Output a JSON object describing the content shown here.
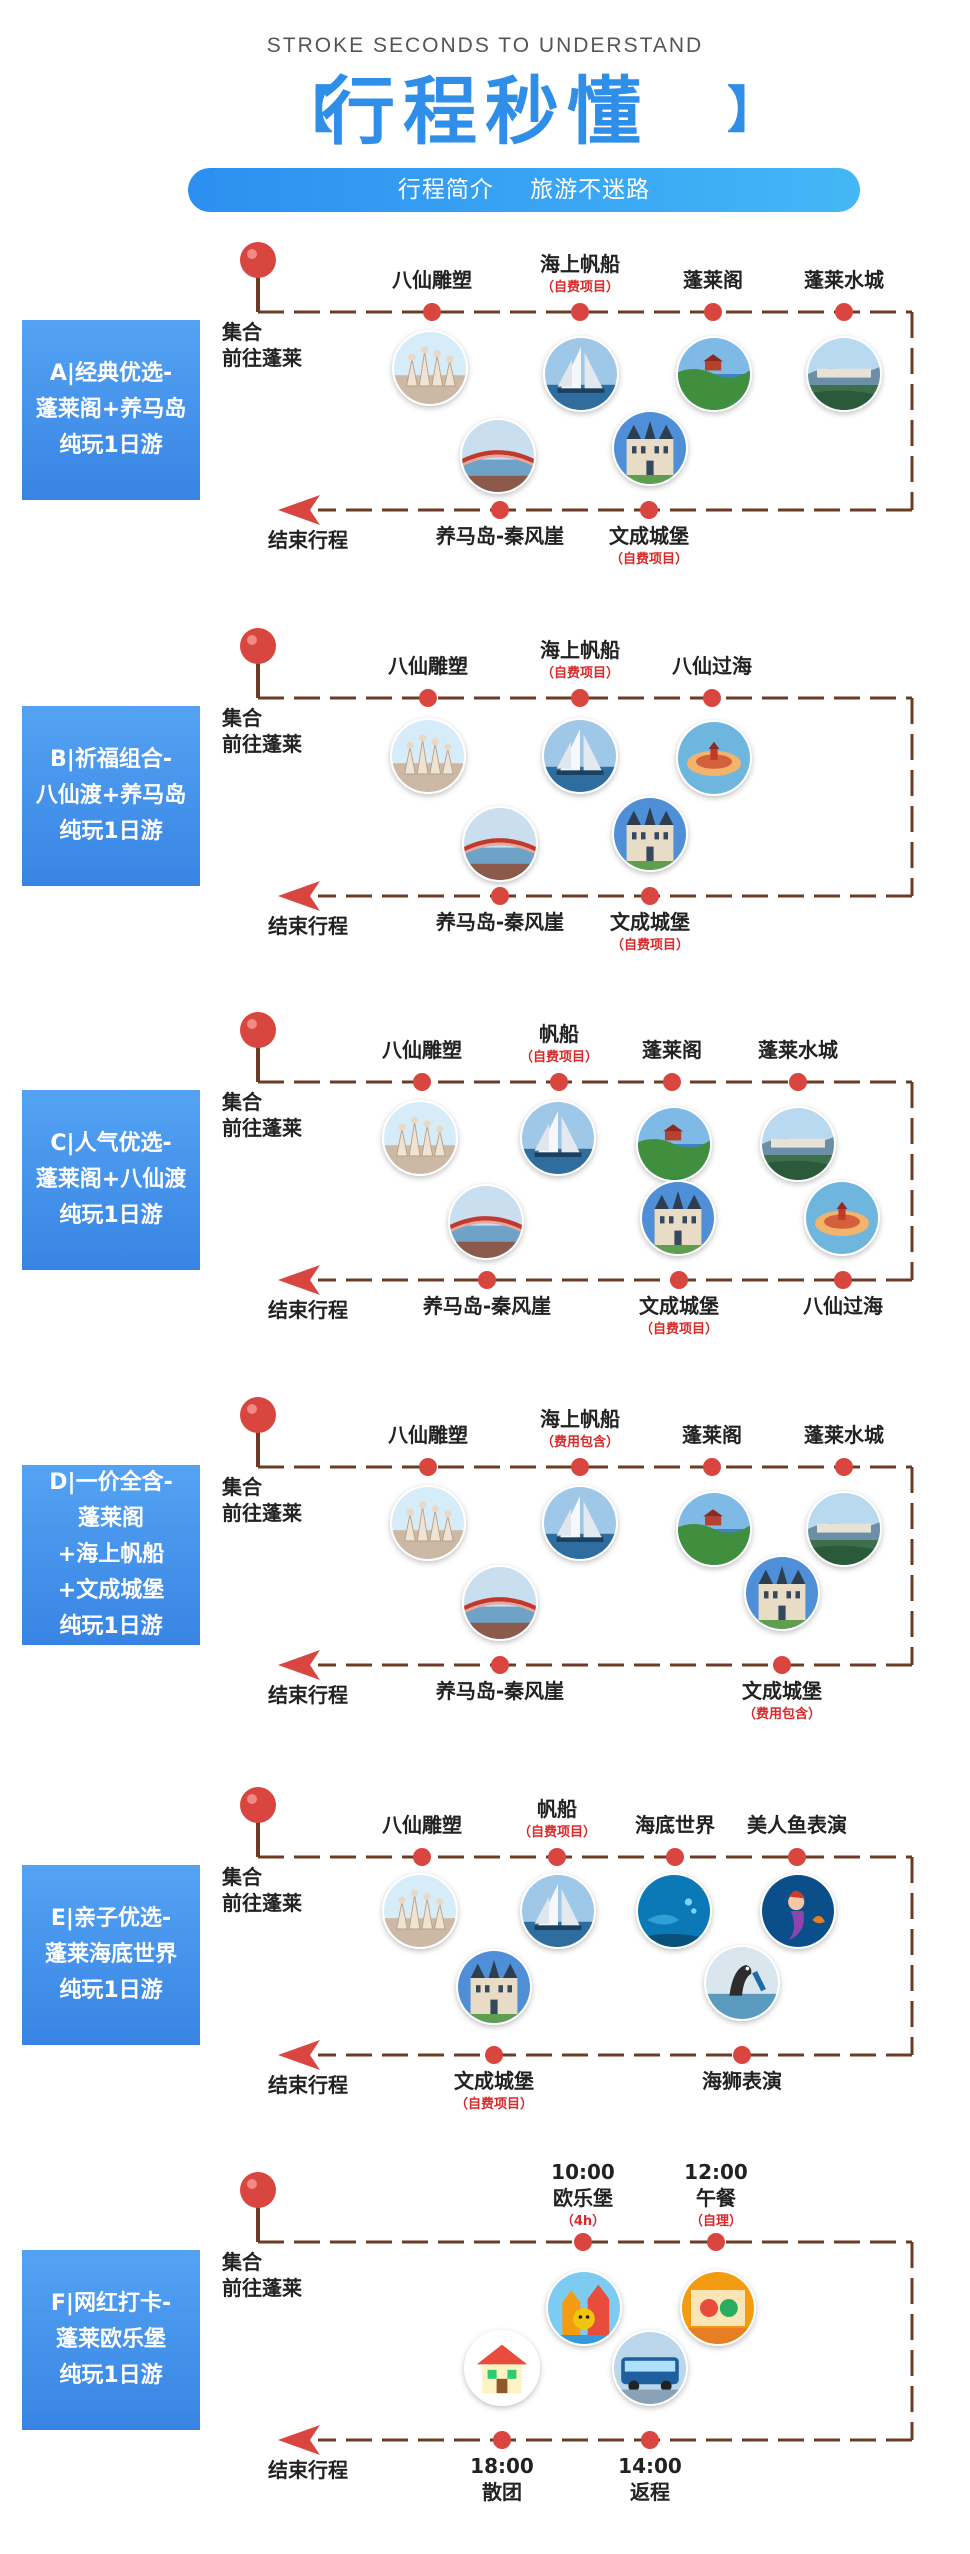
{
  "header": {
    "eng_title": "STROKE SECONDS TO UNDERSTAND",
    "main_title": "行程秒懂",
    "bracket_left": "【",
    "bracket_right": "】",
    "banner_left": "行程简介",
    "banner_right": "旅游不迷路"
  },
  "common": {
    "start_line1": "集合",
    "start_line2": "前往蓬莱",
    "end_label": "结束行程"
  },
  "sections": [
    {
      "label": [
        "A|经典优选-",
        "蓬莱阁+养马岛",
        "纯玩1日游"
      ],
      "top_stops": [
        {
          "name": "八仙雕塑",
          "tag": "",
          "photo": "sculpture"
        },
        {
          "name": "海上帆船",
          "tag": "（自费项目）",
          "photo": "sailboat"
        },
        {
          "name": "蓬莱阁",
          "tag": "",
          "photo": "coast"
        },
        {
          "name": "蓬莱水城",
          "tag": "",
          "photo": "watercity"
        }
      ],
      "bottom_stops": [
        {
          "name": "养马岛-秦风崖",
          "tag": "",
          "photo": "bridge"
        },
        {
          "name": "文成城堡",
          "tag": "（自费项目）",
          "photo": "castle"
        }
      ]
    },
    {
      "label": [
        "B|祈福组合-",
        "八仙渡+养马岛",
        "纯玩1日游"
      ],
      "top_stops": [
        {
          "name": "八仙雕塑",
          "tag": "",
          "photo": "sculpture"
        },
        {
          "name": "海上帆船",
          "tag": "（自费项目）",
          "photo": "sailboat"
        },
        {
          "name": "八仙过海",
          "tag": "",
          "photo": "island"
        }
      ],
      "bottom_stops": [
        {
          "name": "养马岛-秦风崖",
          "tag": "",
          "photo": "bridge"
        },
        {
          "name": "文成城堡",
          "tag": "（自费项目）",
          "photo": "castle"
        }
      ]
    },
    {
      "label": [
        "C|人气优选-",
        "蓬莱阁+八仙渡",
        "纯玩1日游"
      ],
      "top_stops": [
        {
          "name": "八仙雕塑",
          "tag": "",
          "photo": "sculpture"
        },
        {
          "name": "帆船",
          "tag": "（自费项目）",
          "photo": "sailboat"
        },
        {
          "name": "蓬莱阁",
          "tag": "",
          "photo": "coast"
        },
        {
          "name": "蓬莱水城",
          "tag": "",
          "photo": "watercity"
        }
      ],
      "bottom_stops": [
        {
          "name": "养马岛-秦风崖",
          "tag": "",
          "photo": "bridge"
        },
        {
          "name": "文成城堡",
          "tag": "（自费项目）",
          "photo": "castle"
        },
        {
          "name": "八仙过海",
          "tag": "",
          "photo": "island"
        }
      ]
    },
    {
      "label": [
        "D|一价全含-",
        "蓬莱阁",
        "+海上帆船",
        "+文成城堡",
        "纯玩1日游"
      ],
      "top_stops": [
        {
          "name": "八仙雕塑",
          "tag": "",
          "photo": "sculpture"
        },
        {
          "name": "海上帆船",
          "tag": "（费用包含）",
          "photo": "sailboat"
        },
        {
          "name": "蓬莱阁",
          "tag": "",
          "photo": "coast"
        },
        {
          "name": "蓬莱水城",
          "tag": "",
          "photo": "watercity"
        }
      ],
      "bottom_stops": [
        {
          "name": "养马岛-秦风崖",
          "tag": "",
          "photo": "bridge"
        },
        {
          "name": "文成城堡",
          "tag": "（费用包含）",
          "photo": "castle"
        }
      ]
    },
    {
      "label": [
        "E|亲子优选-",
        "蓬莱海底世界",
        "纯玩1日游"
      ],
      "top_stops": [
        {
          "name": "八仙雕塑",
          "tag": "",
          "photo": "sculpture"
        },
        {
          "name": "帆船",
          "tag": "（自费项目）",
          "photo": "sailboat"
        },
        {
          "name": "海底世界",
          "tag": "",
          "photo": "aquarium"
        },
        {
          "name": "美人鱼表演",
          "tag": "",
          "photo": "mermaid"
        }
      ],
      "bottom_stops": [
        {
          "name": "文成城堡",
          "tag": "（自费项目）",
          "photo": "castle"
        },
        {
          "name": "海狮表演",
          "tag": "",
          "photo": "sealion"
        }
      ]
    },
    {
      "label": [
        "F|网红打卡-",
        "蓬莱欧乐堡",
        "纯玩1日游"
      ],
      "top_stops": [
        {
          "time": "10:00",
          "name": "欧乐堡",
          "tag": "（4h）",
          "photo": "themepark"
        },
        {
          "time": "12:00",
          "name": "午餐",
          "tag": "（自理）",
          "photo": "lunch"
        }
      ],
      "bottom_stops": [
        {
          "time": "18:00",
          "name": "散团",
          "tag": "",
          "photo": "house"
        },
        {
          "time": "14:00",
          "name": "返程",
          "tag": "",
          "photo": "bus"
        }
      ]
    }
  ],
  "colors": {
    "accent_blue": "#2e8ee8",
    "track_brown": "#6b3b26",
    "marker_red": "#d9463f",
    "tag_red": "#d72b2b"
  }
}
